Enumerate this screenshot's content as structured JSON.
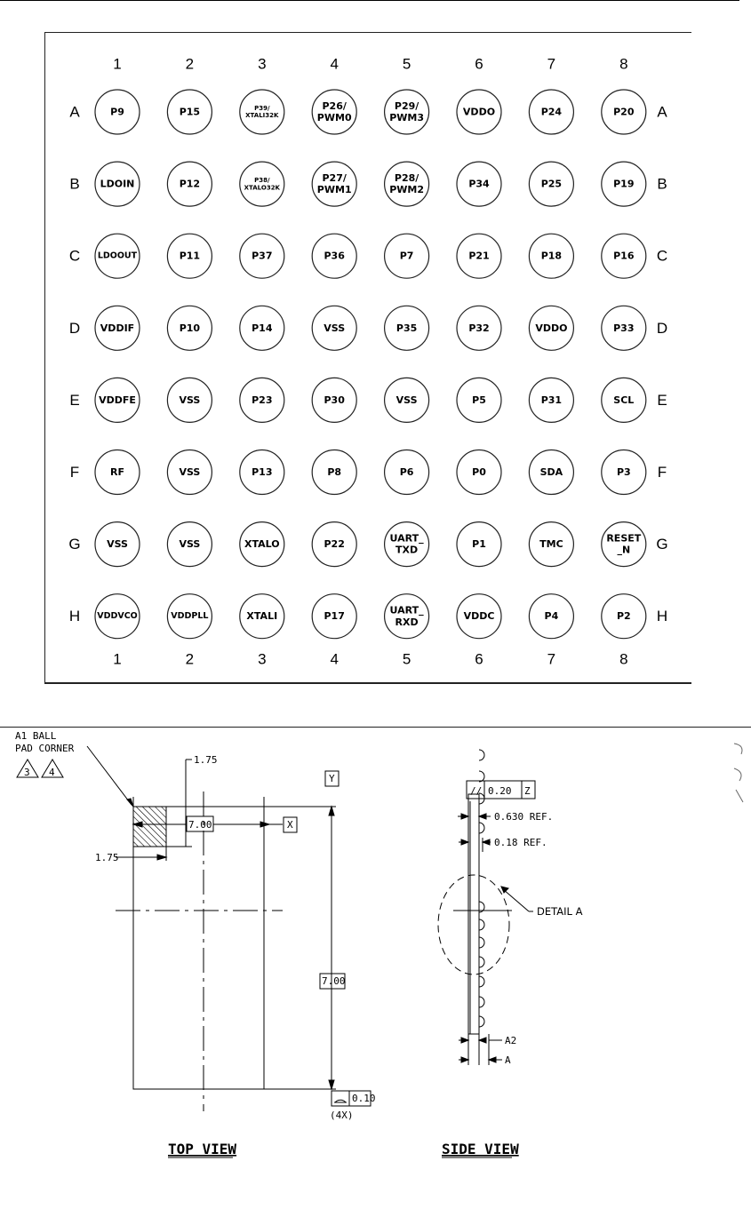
{
  "ball_map": {
    "columns": [
      "1",
      "2",
      "3",
      "4",
      "5",
      "6",
      "7",
      "8"
    ],
    "rows": [
      "A",
      "B",
      "C",
      "D",
      "E",
      "F",
      "G",
      "H"
    ],
    "pins": [
      [
        "P9",
        "P15",
        "P39/\nXTALI32K",
        "P26/\nPWM0",
        "P29/\nPWM3",
        "VDDO",
        "P24",
        "P20"
      ],
      [
        "LDOIN",
        "P12",
        "P38/\nXTALO32K",
        "P27/\nPWM1",
        "P28/\nPWM2",
        "P34",
        "P25",
        "P19"
      ],
      [
        "LDOOUT",
        "P11",
        "P37",
        "P36",
        "P7",
        "P21",
        "P18",
        "P16"
      ],
      [
        "VDDIF",
        "P10",
        "P14",
        "VSS",
        "P35",
        "P32",
        "VDDO",
        "P33"
      ],
      [
        "VDDFE",
        "VSS",
        "P23",
        "P30",
        "VSS",
        "P5",
        "P31",
        "SCL"
      ],
      [
        "RF",
        "VSS",
        "P13",
        "P8",
        "P6",
        "P0",
        "SDA",
        "P3"
      ],
      [
        "VSS",
        "VSS",
        "XTALO",
        "P22",
        "UART_\nTXD",
        "P1",
        "TMC",
        "RESET\n_N"
      ],
      [
        "VDDVCO",
        "VDDPLL",
        "XTALI",
        "P17",
        "UART_\nRXD",
        "VDDC",
        "P4",
        "P2"
      ]
    ]
  },
  "mechanical": {
    "a1_label_line1": "A1 BALL",
    "a1_label_line2": "PAD CORNER",
    "note_3": "3",
    "note_4": "4",
    "dim_width": "7.00",
    "datum_x": "X",
    "datum_y": "Y",
    "dim_corner_v": "1.75",
    "dim_corner_h": "1.75",
    "dim_height": "7.00",
    "flatness_value": "0.10",
    "flatness_count": "(4X)",
    "parallel_symbol": "//",
    "parallel_value": "0.20",
    "parallel_datum": "Z",
    "ref_1": "0.630 REF.",
    "ref_2": "0.18 REF.",
    "detail_label": "DETAIL A",
    "label_a2": "A2",
    "label_a": "A",
    "top_view_title": "TOP VIEW",
    "side_view_title": "SIDE VIEW"
  }
}
